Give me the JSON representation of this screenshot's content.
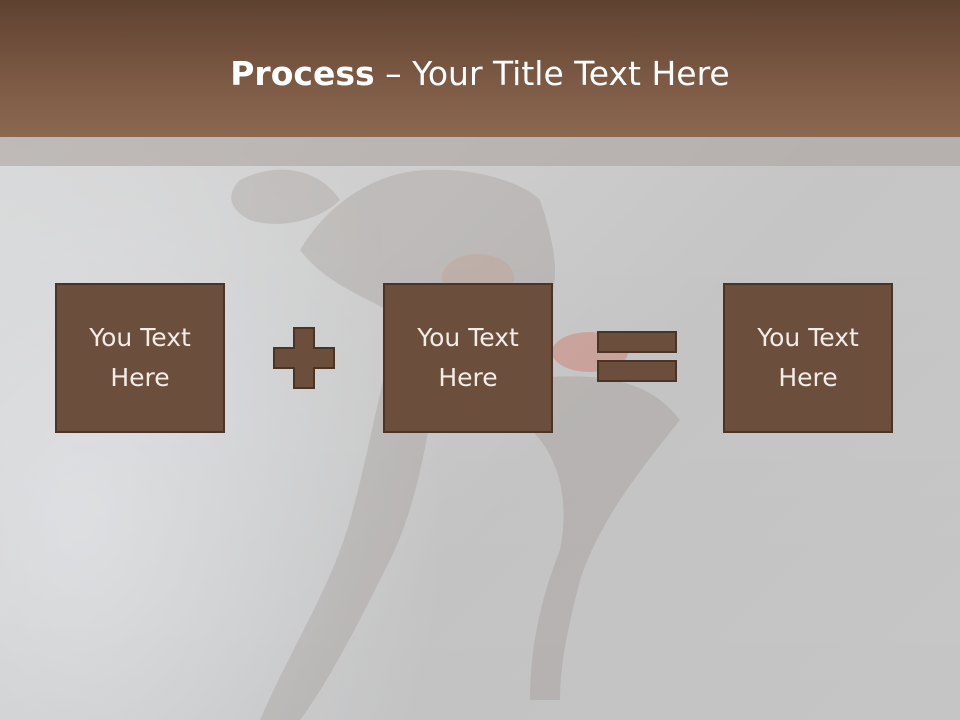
{
  "slide": {
    "title_bold": "Process",
    "title_rest": " – Your Title Text Here"
  },
  "process": {
    "box1": "You Text\nHere",
    "box2": "You Text\nHere",
    "box3": "You Text\nHere"
  },
  "icons": [
    "plus-icon",
    "equals-icon"
  ],
  "colors": {
    "header": "#7a5843",
    "box_fill": "#6b4e3b",
    "box_border": "#4a3426",
    "text_light": "#ffffff"
  }
}
